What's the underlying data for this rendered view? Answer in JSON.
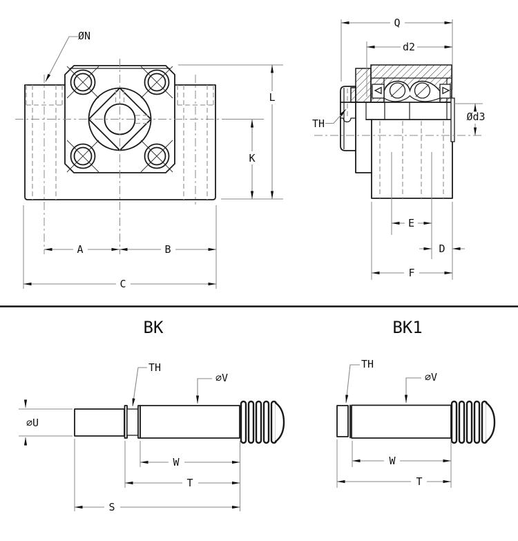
{
  "colors": {
    "object_line": "#1a1a1a",
    "dimension_line": "#878787",
    "hidden_line": "#9e9e9e",
    "centerline": "#8a8a8a",
    "background": "#ffffff"
  },
  "sections": {
    "front_view": {
      "labels": {
        "bolt_hole_dia": "ØN",
        "total_height": "L",
        "center_height": "K",
        "span_left": "A",
        "span_right": "B",
        "total_width": "C"
      }
    },
    "side_view": {
      "labels": {
        "total_depth": "Q",
        "pilot_depth": "d2",
        "thread": "TH",
        "shaft_dia": "Ød3",
        "hole_span": "E",
        "edge_offset": "D",
        "body_depth": "F"
      }
    },
    "shaft_bk": {
      "title": "BK",
      "labels": {
        "thread": "TH",
        "journal_dia": "∅V",
        "end_dia": "∅U",
        "journal_len": "W",
        "step_len": "T",
        "total_len": "S"
      }
    },
    "shaft_bk1": {
      "title": "BK1",
      "labels": {
        "thread": "TH",
        "journal_dia": "∅V",
        "journal_len": "W",
        "step_len": "T"
      }
    }
  }
}
